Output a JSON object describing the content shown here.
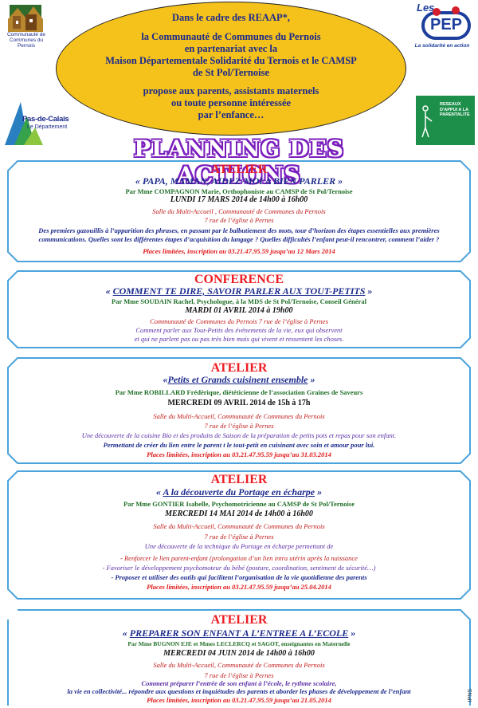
{
  "header": {
    "lines": [
      "Dans le cadre des REAAP*,",
      "la Communauté de Communes du Pernois",
      "en partenariat avec la",
      "Maison Départementale Solidarité du Ternois et le CAMSP",
      "de St Pol/Ternoise",
      "propose aux parents, assistants maternels",
      "ou toute personne intéressée",
      "par l’enfance…"
    ]
  },
  "logos": {
    "ccp_text": "Communauté de Communes du Pernois",
    "pep_text": "Les PEP",
    "pep_sub": "La solidarité en action",
    "pdc_text": "Pas-de-Calais",
    "pdc_sub": "Le Département",
    "reaap_text": "RESEAUX D'APPUI A LA PARENTALITE"
  },
  "title": "PLANNING DES ACTIONS",
  "blocks": [
    {
      "kind": "ATELIER",
      "subtitle": "« PAPA, MAMAN, AIDEZ-MOI A BIEN PARLER »",
      "by": "Par Mme COMPAGNON Marie, Orthophoniste au CAMSP de St Pol/Ternoise",
      "date": "LUNDI 17 MARS 2014 de 14h00 à 16h00",
      "place1": "Salle du Multi-Accueil , Communauté de Communes du Pernois",
      "place2": "7 rue de l’église à Pernes",
      "desc1": "Des premiers gazouillis à l’apparition des phrases, en passant par le balbutiement des mots, tour d’horizon des étapes essentielles aux premières",
      "desc2": "communications. Quelles sont les différentes étapes d’acquisition du langage ? Quelles difficultés l’enfant peut-il rencontrer, comment l’aider ?",
      "limit": "Places limitées, inscription au 03.21.47.95.59 jusqu’au 12 Mars 2014"
    },
    {
      "kind": "CONFERENCE",
      "subtitle": "COMMENT TE DIRE, SAVOIR PARLER AUX TOUT-PETITS",
      "quote_open": "« ",
      "quote_close": " »",
      "by": "Par Mme SOUDAIN Rachel, Psychologue, à la MDS de St Pol/Ternoise, Conseil Général",
      "date": "MARDI 01 AVRIL 2014 à 19h00",
      "place1": "Communauté de Communes du Pernois 7 rue de l’église à Pernes",
      "desc1": "Comment  parler aux Tout-Petits des événements de la vie, eux qui observent",
      "desc2": "et qui ne parlent pas ou pas très bien mais qui vivent et ressentent les choses."
    },
    {
      "kind": "ATELIER",
      "subtitle": "Petits et Grands cuisinent ensemble",
      "quote_open": "«",
      "quote_close": " »",
      "by": "Par Mme ROBILLARD Frédérique, diététicienne de l’association Graines de Saveurs",
      "date": "MERCREDI 09 AVRIL 2014 de 15h à 17h",
      "place1": "Salle du Multi-Accueil, Communauté de Communes du Pernois",
      "place2": "7 rue de l’église à Pernes",
      "desc1": "Une découverte de la cuisine Bio  et des produits de Saison de la préparation de petits pots et repas pour son enfant.",
      "desc2": "Permettant de créer du lien entre le parent  t le tout-petit en cuisinant avec soin et amour pour lui.",
      "limit": "Places limitées, inscription au 03.21.47.95.59 jusqu’au  31.03.2014"
    },
    {
      "kind": "ATELIER",
      "subtitle": "A la découverte du Portage en écharpe",
      "quote_open": "« ",
      "quote_close": " »",
      "by": "Par Mme GONTIER Isabelle, Psychomotricienne au CAMSP de St Pol/Ternoise",
      "date": "MERCREDI 14 MAI 2014 de 14h00 à 16h00",
      "place1": "Salle du Multi-Accueil, Communauté de Communes du Pernois",
      "place2": "7 rue de l’église à Pernes",
      "desc0": "Une découverte de  la technique du Portage en écharpe permettant de",
      "bullet1": "- Renforcer le lien parent-enfant (prolongation d’un lien intra utérin après la naissance",
      "bullet2": "- Favoriser le développement psychomoteur du bébé (posture, coordination, sentiment de sécurité…)",
      "bullet3": "- Proposer et utiliser des outils qui facilitent l’organisation de la vie quotidienne des parents",
      "limit": "Places limitées, inscription au 03.21.47.95.59   jusqu’au  25.04.2014"
    },
    {
      "kind": "ATELIER",
      "subtitle": "PREPARER SON ENFANT A L’ENTREE A L’ECOLE",
      "quote_open": "« ",
      "quote_close": " »",
      "by": "Par Mme BUGNON EJE et Mmes  LECLERCQ  et SAGOT, enseignantes en Maternelle",
      "date": "MERCREDI 04 JUIN 2014 de 14h00 à 16h00",
      "place1": "Salle du Multi-Accueil, Communauté de Communes du Pernois",
      "place2": "7 rue de l’église à Pernes",
      "desc1": "Comment préparer l’entrée de son enfant à l’école, le rythme scolaire,",
      "desc2": "la vie en collectivité... répondre aux questions et inquiétudes des parents et aborder les phases de développement de l’enfant",
      "limit": "Places limitées, inscription au 03.21.47.95.59   jusqu’au  21.05.2014"
    }
  ],
  "footer": {
    "ipns": "IPNS"
  }
}
